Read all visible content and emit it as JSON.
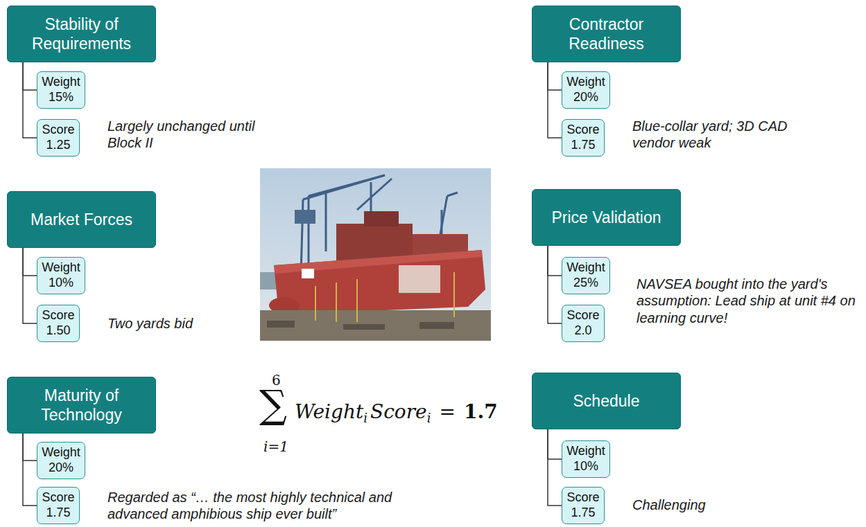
{
  "diagram": {
    "nodes": [
      {
        "text": [
          "Stability of Requirements"
        ]
      },
      {
        "text": [
          "Weight",
          "15%"
        ]
      },
      {
        "text": [
          "Score",
          "1.25"
        ]
      },
      {
        "text": [
          "Contractor Readiness"
        ]
      },
      {
        "text": [
          "Weight",
          "20%"
        ]
      },
      {
        "text": [
          "Score",
          "1.75"
        ]
      },
      {
        "text": [
          "Market Forces"
        ]
      },
      {
        "text": [
          "Weight",
          "10%"
        ]
      },
      {
        "text": [
          "Score",
          "1.50"
        ]
      },
      {
        "text": [
          "Price Validation"
        ]
      },
      {
        "text": [
          "Weight",
          "25%"
        ]
      },
      {
        "text": [
          "Score",
          "2.0"
        ]
      },
      {
        "text": [
          "Maturity of Technology"
        ]
      },
      {
        "text": [
          "Weight",
          "20%"
        ]
      },
      {
        "text": [
          "Score",
          "1.75"
        ]
      },
      {
        "text": [
          "Schedule"
        ]
      },
      {
        "text": [
          "Weight",
          "10%"
        ]
      },
      {
        "text": [
          "Score",
          "1.75"
        ]
      }
    ],
    "edges": [
      {
        "from": 0,
        "to": 1,
        "arrow": "none"
      },
      {
        "from": 0,
        "to": 2,
        "arrow": "none"
      },
      {
        "from": 3,
        "to": 4,
        "arrow": "none"
      },
      {
        "from": 3,
        "to": 5,
        "arrow": "none"
      },
      {
        "from": 6,
        "to": 7,
        "arrow": "none"
      },
      {
        "from": 6,
        "to": 8,
        "arrow": "none"
      },
      {
        "from": 9,
        "to": 10,
        "arrow": "none"
      },
      {
        "from": 9,
        "to": 11,
        "arrow": "none"
      },
      {
        "from": 12,
        "to": 13,
        "arrow": "none"
      },
      {
        "from": 12,
        "to": 14,
        "arrow": "none"
      },
      {
        "from": 15,
        "to": 16,
        "arrow": "none"
      },
      {
        "from": 15,
        "to": 17,
        "arrow": "none"
      }
    ],
    "labels": [
      "Largely unchanged until Block II",
      "Blue-collar yard; 3D CAD vendor weak",
      "Two yards bid",
      "NAVSEA bought into the yard's assumption: Lead ship at unit #4 on learning curve!",
      "Regarded as “… the most highly technical and advanced amphibious ship ever built”",
      "Challenging",
      "6",
      "∑",
      "i=1",
      "Weight",
      "i",
      "Score",
      "i",
      "=",
      "1.7"
    ]
  }
}
